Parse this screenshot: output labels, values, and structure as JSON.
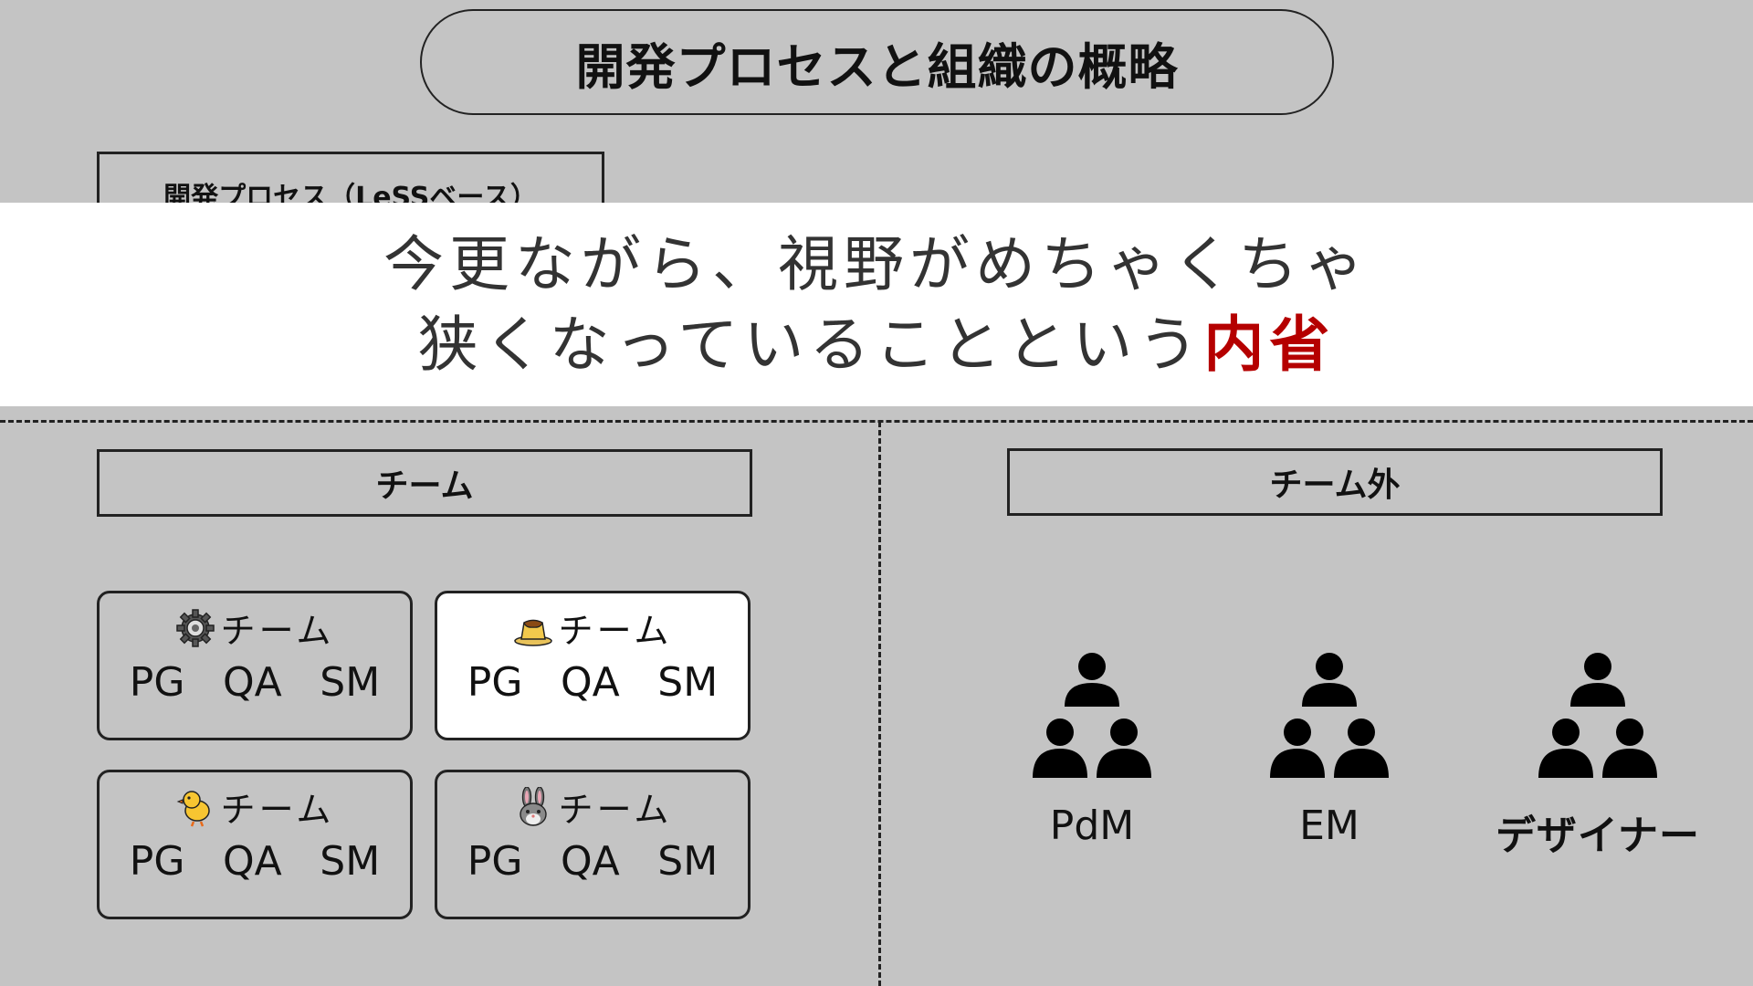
{
  "title": "開発プロセスと組織の概略",
  "process_box_label": "開発プロセス（LeSSベース）",
  "overlay": {
    "line1": "今更ながら、視野がめちゃくちゃ",
    "line2_plain": "狭くなっていることという",
    "line2_emphasis": "内省",
    "emphasis_color": "#b50000"
  },
  "team_section": {
    "header": "チーム",
    "cards": [
      {
        "icon": "gear-icon",
        "label": "チーム",
        "roles": [
          "PG",
          "QA",
          "SM"
        ]
      },
      {
        "icon": "pudding-icon",
        "label": "チーム",
        "roles": [
          "PG",
          "QA",
          "SM"
        ],
        "highlighted": true
      },
      {
        "icon": "chick-icon",
        "label": "チーム",
        "roles": [
          "PG",
          "QA",
          "SM"
        ]
      },
      {
        "icon": "rabbit-icon",
        "label": "チーム",
        "roles": [
          "PG",
          "QA",
          "SM"
        ]
      }
    ]
  },
  "outside_section": {
    "header": "チーム外",
    "groups": [
      {
        "icon": "people-group-icon",
        "label": "PdM"
      },
      {
        "icon": "people-group-icon",
        "label": "EM"
      },
      {
        "icon": "people-group-icon",
        "label": "デザイナー"
      }
    ]
  },
  "colors": {
    "background": "#c4c4c4",
    "highlight_card": "#ffffff",
    "overlay_background": "#ffffff"
  }
}
